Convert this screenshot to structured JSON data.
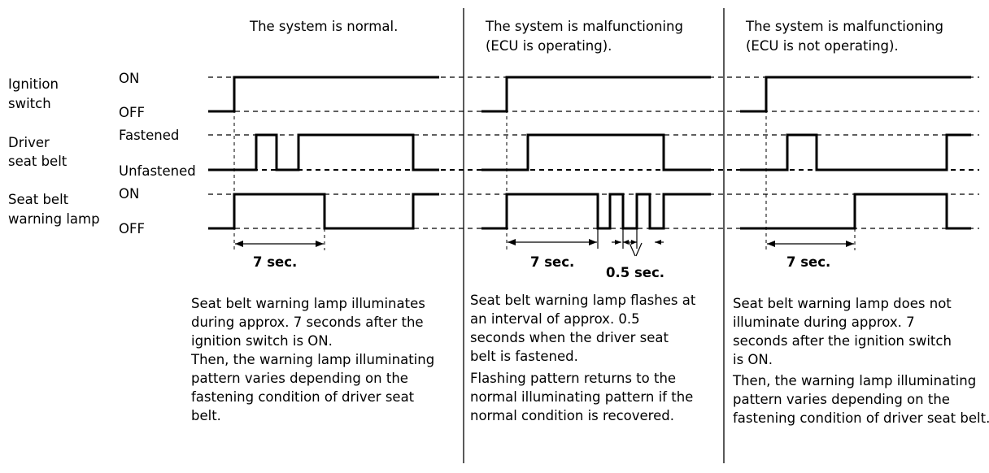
{
  "signals": [
    {
      "label_lines": [
        "Ignition",
        "switch"
      ],
      "high": "ON",
      "low": "OFF"
    },
    {
      "label_lines": [
        "Driver",
        "seat belt"
      ],
      "high": "Fastened",
      "low": "Unfastened"
    },
    {
      "label_lines": [
        "Seat belt",
        "warning lamp"
      ],
      "high": "ON",
      "low": "OFF"
    }
  ],
  "panels": [
    {
      "title_lines": [
        "The system is normal."
      ],
      "duration_label": "7 sec.",
      "description_lines": [
        "Seat belt warning lamp illuminates",
        "during approx. 7 seconds after the",
        "ignition switch is ON.",
        "Then, the warning lamp illuminating",
        "pattern varies depending on the",
        "fastening condition of driver seat",
        "belt."
      ]
    },
    {
      "title_lines": [
        "The system is malfunctioning",
        "(ECU is operating)."
      ],
      "duration_label": "7 sec.",
      "interval_label": "0.5 sec.",
      "description_lines": [
        "Seat belt warning lamp flashes at",
        "an interval of approx. 0.5",
        "seconds when the driver seat",
        "belt is fastened.",
        "Flashing pattern returns to the",
        "normal illuminating pattern if the",
        "normal condition is recovered."
      ]
    },
    {
      "title_lines": [
        "The system is malfunctioning",
        "(ECU is not operating)."
      ],
      "duration_label": "7 sec.",
      "description_lines": [
        "Seat belt warning lamp does not",
        "illuminate during approx. 7",
        "seconds after the ignition switch",
        "is ON.",
        "Then, the warning lamp illuminating",
        "pattern varies depending on the",
        "fastening condition of driver seat belt."
      ]
    }
  ]
}
